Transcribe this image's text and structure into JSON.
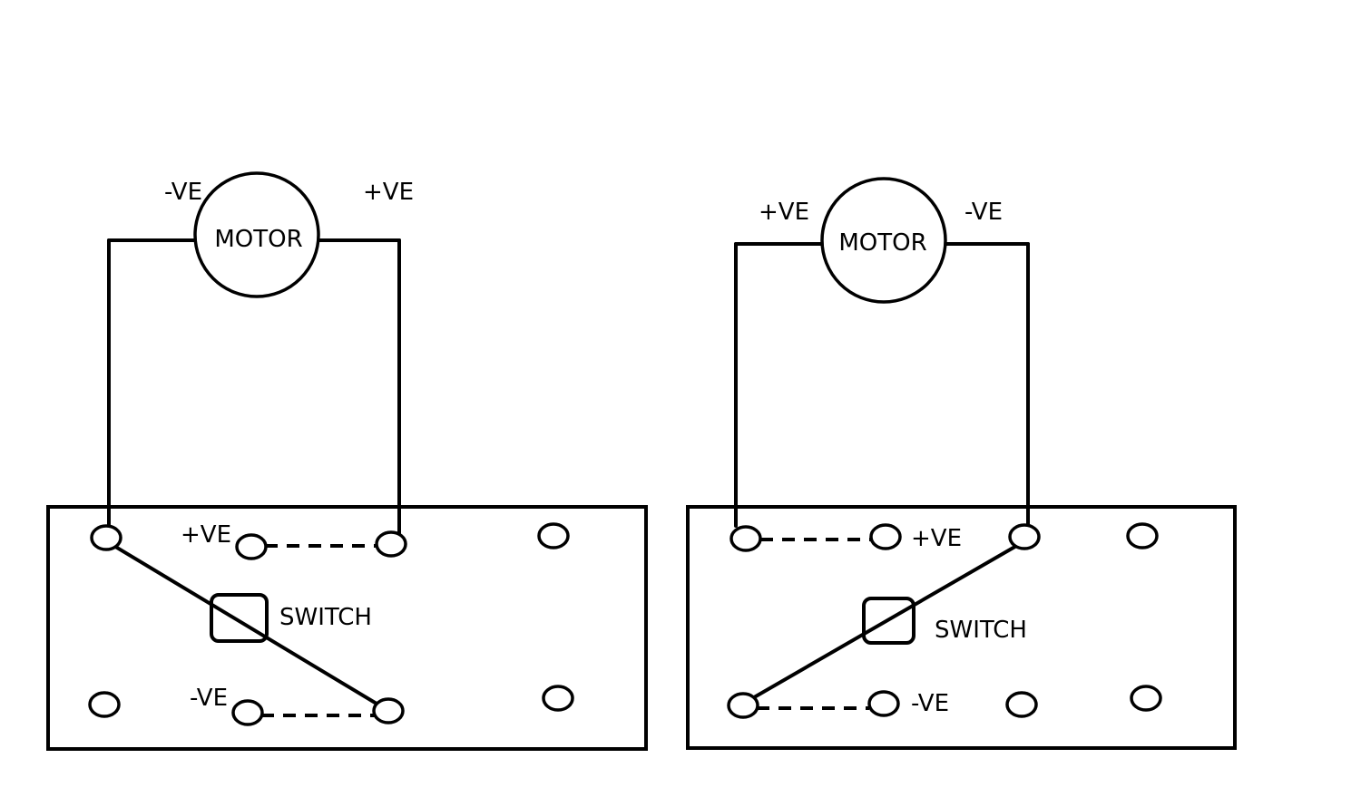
{
  "diagrams": [
    {
      "motor_label": "MOTOR",
      "motor_left_terminal": "-VE",
      "motor_right_terminal": "+VE",
      "switch_label": "SWITCH",
      "switch_top_label": "+VE",
      "switch_bottom_label": "-VE"
    },
    {
      "motor_label": "MOTOR",
      "motor_left_terminal": "+VE",
      "motor_right_terminal": "-VE",
      "switch_label": "SWITCH",
      "switch_top_label": "+VE",
      "switch_bottom_label": "-VE"
    }
  ],
  "colors": {
    "line": "#000000",
    "background": "#ffffff"
  }
}
